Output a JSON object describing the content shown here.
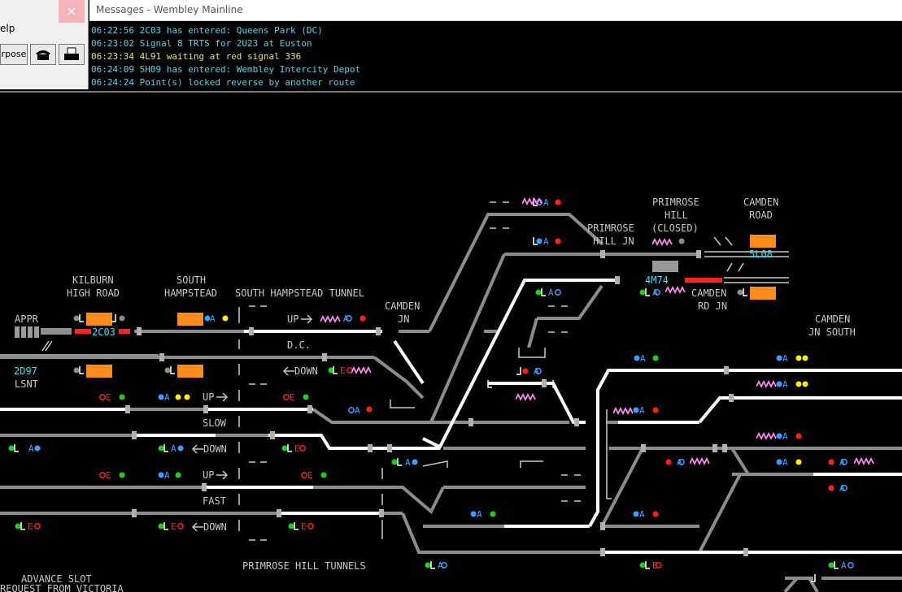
{
  "left_window": {
    "menu_fragment": "elp",
    "close_glyph": "×",
    "purpose_button": "rpose",
    "phone_icon": "phone-icon",
    "printer_icon": "printer-icon"
  },
  "messages_window": {
    "title": "Messages - Wembley Mainline",
    "lines": [
      {
        "time": "06:22:56",
        "text": "2C03 has entered: Queens Park (DC)",
        "color": "#4fd8e8"
      },
      {
        "time": "06:23:02",
        "text": "Signal 8 TRTS for 2U23 at Euston",
        "color": "#4fd8e8"
      },
      {
        "time": "06:23:34",
        "text": "4L91 waiting at red signal 336",
        "color": "#e8e84f"
      },
      {
        "time": "06:24:09",
        "text": "5H09 has entered: Wembley Intercity Depot",
        "color": "#4fd8e8"
      },
      {
        "time": "06:24:24",
        "text": "Point(s) locked reverse by another route",
        "color": "#4fd8e8"
      }
    ]
  },
  "panel": {
    "locations": {
      "kilburn_1": "KILBURN",
      "kilburn_2": "HIGH ROAD",
      "south_hampstead_1": "SOUTH",
      "south_hampstead_2": "HAMPSTEAD",
      "sh_tunnel": "SOUTH HAMPSTEAD TUNNEL",
      "camden_jn_1": "CAMDEN",
      "camden_jn_2": "JN",
      "primrose_jn_1": "PRIMROSE",
      "primrose_jn_2": "HILL JN",
      "primrose_closed_1": "PRIMROSE",
      "primrose_closed_2": "HILL",
      "primrose_closed_3": "(CLOSED)",
      "camden_road_1": "CAMDEN",
      "camden_road_2": "ROAD",
      "camden_rd_jn_1": "CAMDEN",
      "camden_rd_jn_2": "RD JN",
      "camden_jn_south_1": "CAMDEN",
      "camden_jn_south_2": "JN SOUTH",
      "appr": "APPR",
      "lsnt": "LSNT",
      "dc": "D.C.",
      "primrose_tunnels": "PRIMROSE HILL TUNNELS",
      "advance_slot_1": "ADVANCE SLOT",
      "advance_slot_2": "REQUEST FROM VICTORIA"
    },
    "line_labels": {
      "up1": "UP",
      "down1": "DOWN",
      "up2": "UP",
      "slow": "SLOW",
      "down2": "DOWN",
      "up3": "UP",
      "fast": "FAST",
      "down3": "DOWN"
    },
    "trains": {
      "t2c03": "2C03",
      "t2d97": "2D97",
      "t4m74": "4M74",
      "t5l08": "5L08"
    },
    "colors": {
      "track_grey": "#8c8c8c",
      "track_white": "#ffffff",
      "occupied_red": "#ff2020",
      "berth_orange": "#ff8c1a",
      "label_grey": "#c8c8c8",
      "train_cyan": "#40e0f0",
      "signal_red": "#ff2020",
      "signal_green": "#20d020",
      "signal_blue": "#3aa0ff",
      "signal_yellow": "#ffee00",
      "tc_pink": "#ff88ee"
    }
  }
}
